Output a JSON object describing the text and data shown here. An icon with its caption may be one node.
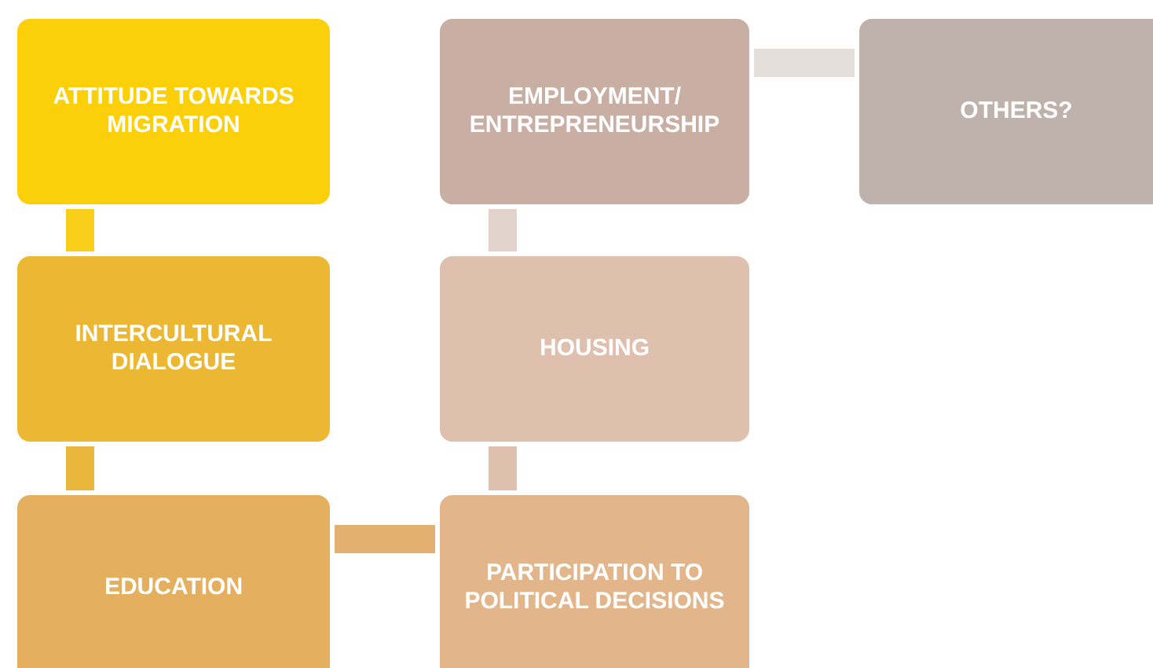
{
  "diagram": {
    "nodes": [
      {
        "text": [
          "ATTITUDE TOWARDS MIGRATION"
        ]
      },
      {
        "text": [
          "INTERCULTURAL DIALOGUE"
        ]
      },
      {
        "text": [
          "EDUCATION"
        ]
      },
      {
        "text": [
          "EMPLOYMENT/ ENTREPRENEURSHIP"
        ]
      },
      {
        "text": [
          "HOUSING"
        ]
      },
      {
        "text": [
          "PARTICIPATION TO POLITICAL DECISIONS"
        ]
      },
      {
        "text": [
          "OTHERS?"
        ]
      }
    ],
    "edges": [
      {
        "from": 0,
        "to": 1,
        "arrow": "none",
        "color": "#f9cf1a"
      },
      {
        "from": 1,
        "to": 2,
        "arrow": "none",
        "color": "#e8b73b"
      },
      {
        "from": 2,
        "to": 5,
        "arrow": "none",
        "color": "#e3b071"
      },
      {
        "from": 5,
        "to": 4,
        "arrow": "none",
        "color": "#dfc0ae"
      },
      {
        "from": 4,
        "to": 3,
        "arrow": "none",
        "color": "#e3d3cd"
      },
      {
        "from": 3,
        "to": 6,
        "arrow": "none",
        "color": "#e5dfdc"
      }
    ]
  }
}
